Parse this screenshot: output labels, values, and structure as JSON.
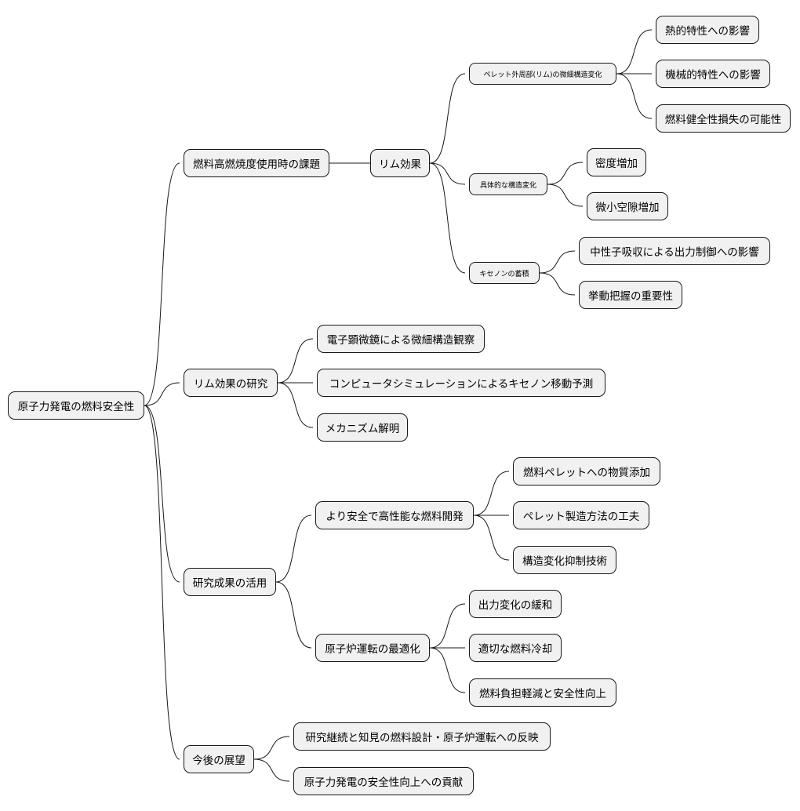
{
  "diagram": {
    "root": {
      "label": "原子力発電の燃料安全性",
      "children": [
        {
          "label": "燃料高燃焼度使用時の課題",
          "children": [
            {
              "label": "リム効果",
              "children": [
                {
                  "label": "ペレット外周部(リム)の微細構造変化",
                  "children": [
                    {
                      "label": "熱的特性への影響"
                    },
                    {
                      "label": "機械的特性への影響"
                    },
                    {
                      "label": "燃料健全性損失の可能性"
                    }
                  ]
                },
                {
                  "label": "具体的な構造変化",
                  "children": [
                    {
                      "label": "密度増加"
                    },
                    {
                      "label": "微小空隙増加"
                    }
                  ]
                },
                {
                  "label": "キセノンの蓄積",
                  "children": [
                    {
                      "label": "中性子吸収による出力制御への影響"
                    },
                    {
                      "label": "挙動把握の重要性"
                    }
                  ]
                }
              ]
            }
          ]
        },
        {
          "label": "リム効果の研究",
          "children": [
            {
              "label": "電子顕微鏡による微細構造観察"
            },
            {
              "label": "コンピュータシミュレーションによるキセノン移動予測"
            },
            {
              "label": "メカニズム解明"
            }
          ]
        },
        {
          "label": "研究成果の活用",
          "children": [
            {
              "label": "より安全で高性能な燃料開発",
              "children": [
                {
                  "label": "燃料ペレットへの物質添加"
                },
                {
                  "label": "ペレット製造方法の工夫"
                },
                {
                  "label": "構造変化抑制技術"
                }
              ]
            },
            {
              "label": "原子炉運転の最適化",
              "children": [
                {
                  "label": "出力変化の緩和"
                },
                {
                  "label": "適切な燃料冷却"
                },
                {
                  "label": "燃料負担軽減と安全性向上"
                }
              ]
            }
          ]
        },
        {
          "label": "今後の展望",
          "children": [
            {
              "label": "研究継続と知見の燃料設計・原子炉運転への反映"
            },
            {
              "label": "原子力発電の安全性向上への貢献"
            }
          ]
        }
      ]
    }
  }
}
